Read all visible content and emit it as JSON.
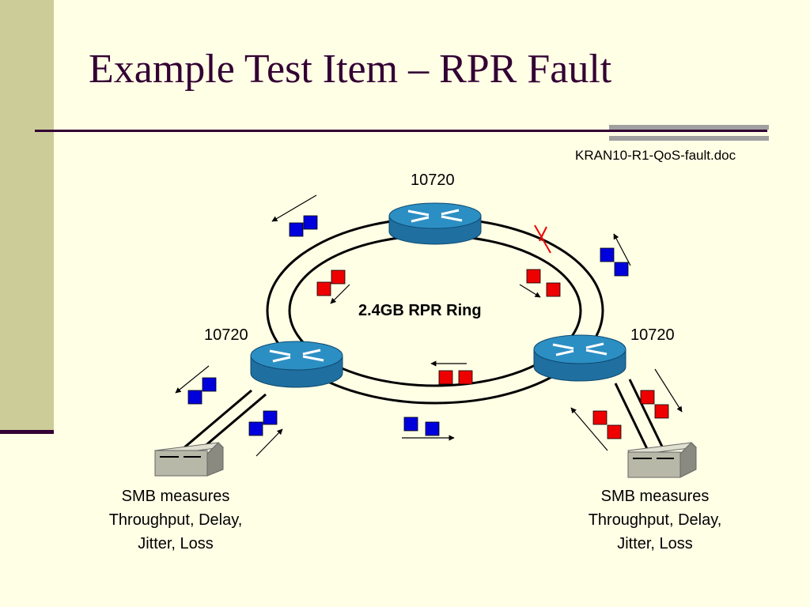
{
  "slide": {
    "title": "Example Test Item – RPR Fault",
    "doc_ref": "KRAN10-R1-QoS-fault.doc",
    "colors": {
      "background": "#FFFFE6",
      "side_bar": "#CCCC99",
      "title": "#330033",
      "router_top": "#2C8FC3",
      "router_body": "#1F6FA0",
      "packet_red": "#EE0000",
      "packet_blue": "#0000DD",
      "fault_mark": "#EE0000"
    }
  },
  "diagram": {
    "ring_label": "2.4GB RPR Ring",
    "routers": [
      {
        "label": "10720",
        "icon": "router-icon"
      },
      {
        "label": "10720",
        "icon": "router-icon"
      },
      {
        "label": "10720",
        "icon": "router-icon"
      }
    ],
    "testers": [
      {
        "icon": "smb-tester-icon",
        "caption": [
          "SMB measures",
          "Throughput, Delay,",
          "Jitter, Loss"
        ]
      },
      {
        "icon": "smb-tester-icon",
        "caption": [
          "SMB measures",
          "Throughput, Delay,",
          "Jitter, Loss"
        ]
      }
    ],
    "fault_icon": "fault-x-icon"
  }
}
